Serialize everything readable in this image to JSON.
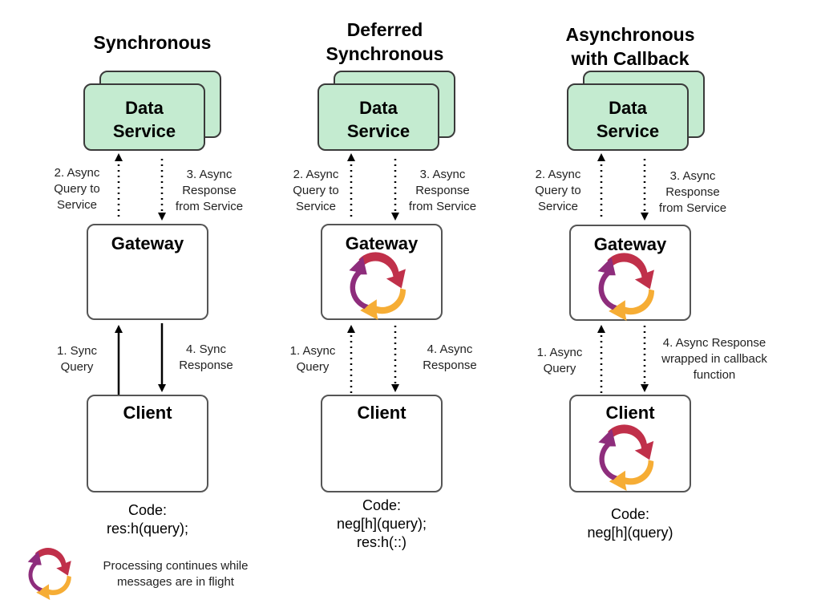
{
  "columns": [
    {
      "title": "Synchronous",
      "data_service": "Data\nService",
      "gateway": "Gateway",
      "client": "Client",
      "gateway_has_cycle": false,
      "client_has_cycle": false,
      "up_top": "2. Async\nQuery to\nService",
      "down_top": "3. Async\nResponse\nfrom Service",
      "up_bottom": "1. Sync\nQuery",
      "down_bottom": "4. Sync\nResponse",
      "bottom_arrows_style": "solid",
      "code": "Code:\nres:h(query);"
    },
    {
      "title": "Deferred\nSynchronous",
      "data_service": "Data\nService",
      "gateway": "Gateway",
      "client": "Client",
      "gateway_has_cycle": true,
      "client_has_cycle": false,
      "up_top": "2. Async\nQuery to\nService",
      "down_top": "3. Async\nResponse\nfrom Service",
      "up_bottom": "1. Async\nQuery",
      "down_bottom": "4. Async\nResponse",
      "bottom_arrows_style": "dotted",
      "code": "Code:\nneg[h](query);\nres:h(::)"
    },
    {
      "title": "Asynchronous\nwith Callback",
      "data_service": "Data\nService",
      "gateway": "Gateway",
      "client": "Client",
      "gateway_has_cycle": true,
      "client_has_cycle": true,
      "up_top": "2. Async\nQuery to\nService",
      "down_top": "3. Async\nResponse\nfrom Service",
      "up_bottom": "1. Async\nQuery",
      "down_bottom": "4. Async Response\nwrapped in callback\nfunction",
      "bottom_arrows_style": "dotted",
      "code": "Code:\nneg[h](query)"
    }
  ],
  "legend": {
    "icon": "async-cycle-icon",
    "text": "Processing continues while\nmessages are in flight"
  },
  "colors": {
    "data_service_fill": "#c4ebd0",
    "cycle_red": "#c0304a",
    "cycle_orange": "#f6ad35",
    "cycle_purple": "#8e2d7c"
  }
}
